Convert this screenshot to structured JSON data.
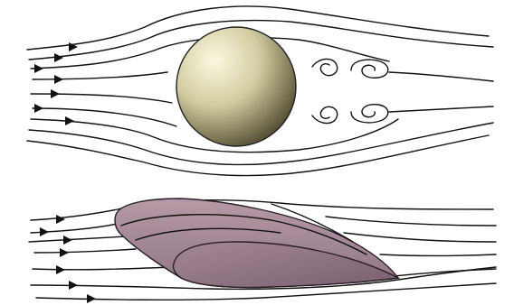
{
  "figure": {
    "panels": [
      {
        "id": "sphere-panel",
        "object": "sphere",
        "streamline_count": 9,
        "wake_vortices": 4
      },
      {
        "id": "airfoil-panel",
        "object": "streamlined-body",
        "streamline_count": 8,
        "wake_vortices": 0
      }
    ],
    "colors": {
      "streamline": "#111111",
      "sphere_light": "#fbf8e0",
      "sphere_mid": "#d2cba0",
      "sphere_dark": "#3e3920",
      "body_light": "#b69aa6",
      "body_mid": "#8f7583",
      "body_dark": "#5e4656",
      "background": "#ffffff"
    }
  }
}
